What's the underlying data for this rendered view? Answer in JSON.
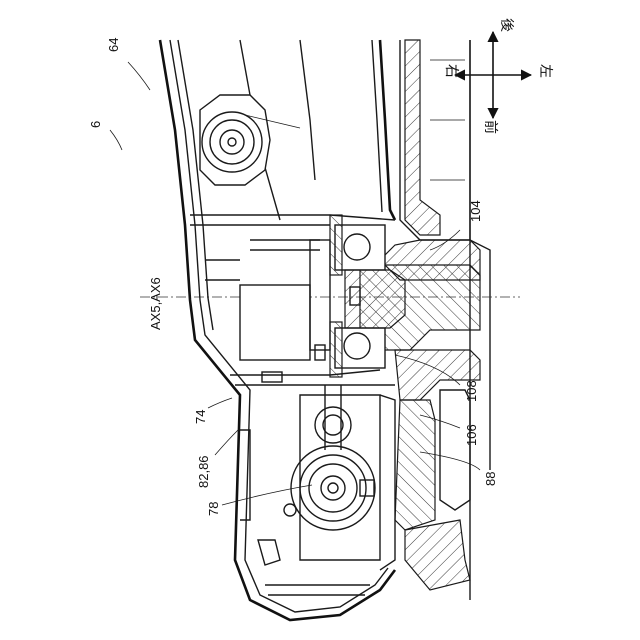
{
  "labels": {
    "fig_ref": "6",
    "part_64": "64",
    "part_74": "74",
    "part_82_86": "82,86",
    "part_78": "78",
    "axis_ax": "AX5,AX6",
    "part_104": "104",
    "part_108": "108",
    "part_106": "106",
    "part_88": "88"
  },
  "compass": {
    "rear": "後",
    "front": "前",
    "right": "右",
    "left": "左"
  }
}
